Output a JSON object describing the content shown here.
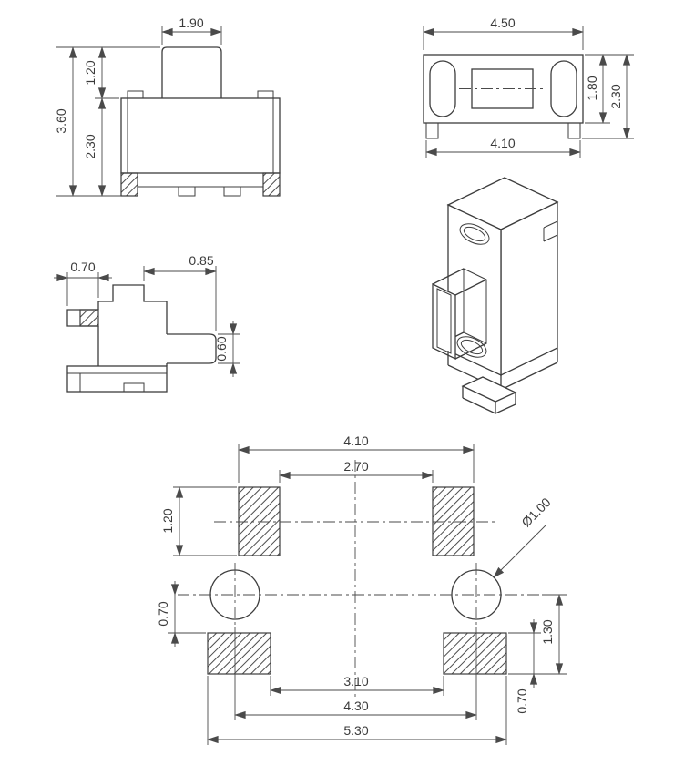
{
  "colors": {
    "line": "#3d3d3d",
    "dimension": "#4a4a4a",
    "text": "#3a3a3a",
    "background": "#ffffff"
  },
  "front_view": {
    "button_width": "1.90",
    "button_height": "1.20",
    "total_height": "3.60",
    "body_height": "2.30"
  },
  "top_view": {
    "body_width": "4.50",
    "slot_height": "1.80",
    "body_height": "2.30",
    "feet_span": "4.10"
  },
  "side_view": {
    "flange_width": "0.70",
    "button_offset": "0.85",
    "button_height": "0.60"
  },
  "land_pattern": {
    "pad_outer_span": "4.10",
    "pad_inner_span": "2.70",
    "pad_height": "1.20",
    "center_to_pad": "0.70",
    "hole_diameter": "Ø1.00",
    "center_to_pad_bottom": "1.30",
    "bottom_pad_height": "0.70",
    "bottom_inner_span": "3.10",
    "hole_span": "4.30",
    "bottom_outer_span": "5.30"
  }
}
